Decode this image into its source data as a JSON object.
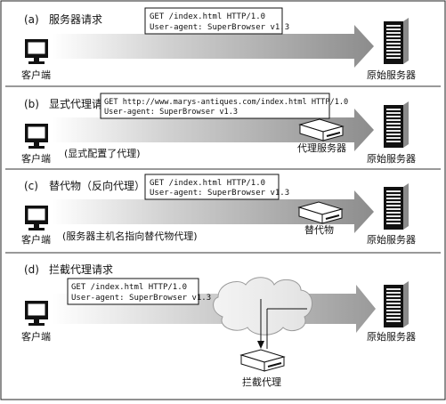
{
  "panels": [
    {
      "tag": "(a)",
      "title": "服务器请求",
      "request": [
        "GET /index.html HTTP/1.0",
        "User-agent: SuperBrowser v1.3"
      ],
      "client_label": "客户端",
      "server_label": "原始服务器"
    },
    {
      "tag": "(b)",
      "title": "显式代理请求",
      "request": [
        "GET http://www.marys-antiques.com/index.html HTTP/1.0",
        "User-agent: SuperBrowser v1.3"
      ],
      "client_label": "客户端",
      "note": "(显式配置了代理)",
      "proxy_label": "代理服务器",
      "server_label": "原始服务器"
    },
    {
      "tag": "(c)",
      "title": "替代物（反向代理）请求",
      "request": [
        "GET /index.html HTTP/1.0",
        "User-agent: SuperBrowser v1.3"
      ],
      "client_label": "客户端",
      "note": "(服务器主机名指向替代物代理)",
      "proxy_label": "替代物",
      "server_label": "原始服务器"
    },
    {
      "tag": "(d)",
      "title": "拦截代理请求",
      "request": [
        "GET /index.html HTTP/1.0",
        "User-agent: SuperBrowser v1.3"
      ],
      "client_label": "客户端",
      "proxy_label": "拦截代理",
      "server_label": "原始服务器"
    }
  ]
}
